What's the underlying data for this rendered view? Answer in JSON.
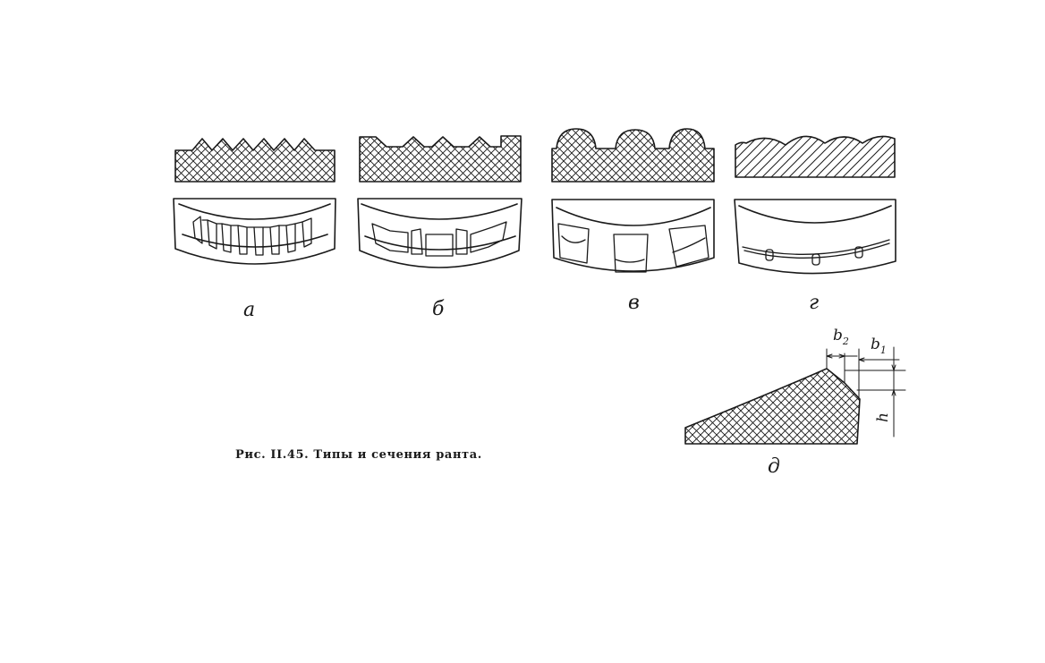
{
  "figure": {
    "caption": "Рис. II.45. Типы и сечения ранта.",
    "panels": [
      {
        "id": "a",
        "label": "а"
      },
      {
        "id": "b",
        "label": "б"
      },
      {
        "id": "v",
        "label": "в"
      },
      {
        "id": "g",
        "label": "г"
      },
      {
        "id": "d",
        "label": "д"
      }
    ],
    "dimensions": {
      "b2": {
        "main": "b",
        "sub": "2"
      },
      "b1": {
        "main": "b",
        "sub": "1"
      },
      "h": "h"
    }
  }
}
